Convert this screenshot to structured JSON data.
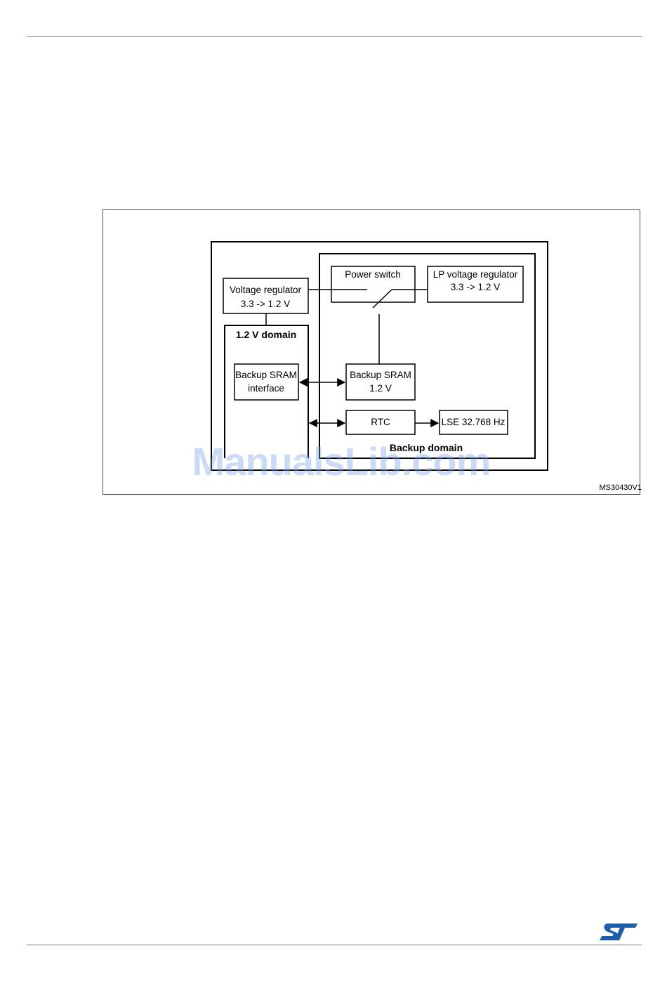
{
  "diagram": {
    "outer_box": "",
    "voltage_regulator": {
      "line1": "Voltage regulator",
      "line2": "3.3 -> 1.2 V"
    },
    "domain_1v2": {
      "title": "1.2 V domain"
    },
    "backup_sram_interface": {
      "line1": "Backup SRAM",
      "line2": "interface"
    },
    "power_switch": {
      "label": "Power switch"
    },
    "lp_voltage_regulator": {
      "line1": "LP  voltage regulator",
      "line2": "3.3 -> 1.2 V"
    },
    "backup_sram": {
      "line1": "Backup SRAM",
      "line2": "1.2 V"
    },
    "rtc": {
      "label": "RTC"
    },
    "lse": {
      "label": "LSE 32.768 Hz"
    },
    "backup_domain": {
      "title": "Backup domain"
    },
    "figure_ref": "MS30430V1"
  },
  "watermark": "ManualsLib.com",
  "colors": {
    "watermark": "#7aa0e6",
    "st_logo": "#1d5ea8"
  },
  "icons": {
    "logo": "st-logo-icon"
  }
}
